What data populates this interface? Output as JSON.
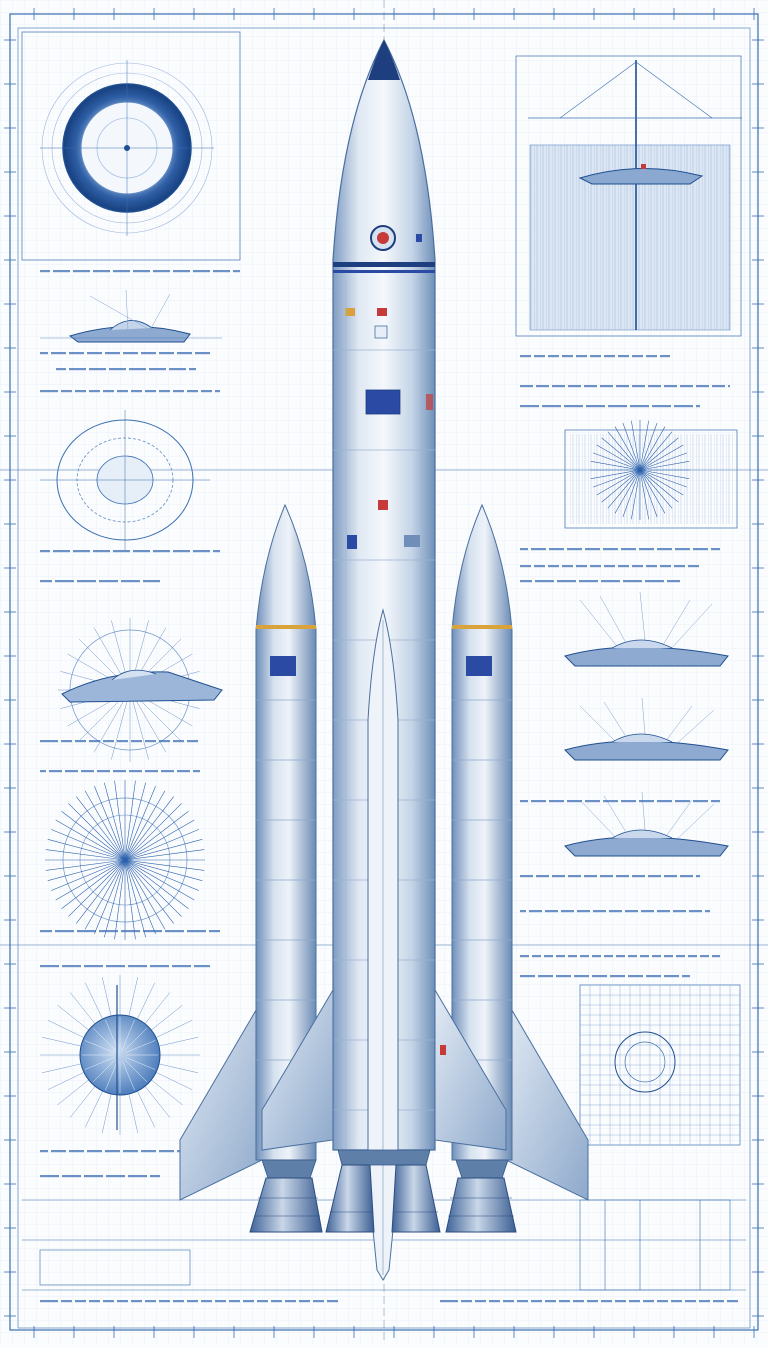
{
  "sheet": {
    "paper_color": "#fbfcfe",
    "line_color": "#3a6fb0",
    "grid_color": "#c9d8ee",
    "ink_dark": "#1f4f91"
  },
  "rocket": {
    "hull_light": "#e9f0f8",
    "hull_mid": "#b7c9df",
    "hull_dark": "#5d7fa8",
    "stripe_color": "#1d3f7f",
    "band_color": "#d9a23a",
    "emblem_flag_color": "#2b4aa3",
    "marker_red": "#c63a3a"
  },
  "panels": [
    {
      "kind": "circular-section",
      "icon": "ring-section-icon"
    },
    {
      "kind": "craft-profile",
      "icon": "spacecraft-icon"
    },
    {
      "kind": "radial-section",
      "icon": "hub-section-icon"
    },
    {
      "kind": "craft-profile",
      "icon": "spacecraft-icon"
    },
    {
      "kind": "starburst",
      "icon": "starburst-icon"
    },
    {
      "kind": "sphere-section",
      "icon": "sphere-icon"
    },
    {
      "kind": "tower-elevation",
      "icon": "tower-icon"
    },
    {
      "kind": "hatched-grid",
      "icon": "grid-icon"
    },
    {
      "kind": "craft-profile",
      "icon": "spacecraft-icon"
    },
    {
      "kind": "craft-profile",
      "icon": "spacecraft-icon"
    },
    {
      "kind": "craft-profile",
      "icon": "spacecraft-icon"
    },
    {
      "kind": "mesh-section",
      "icon": "mesh-icon"
    }
  ]
}
